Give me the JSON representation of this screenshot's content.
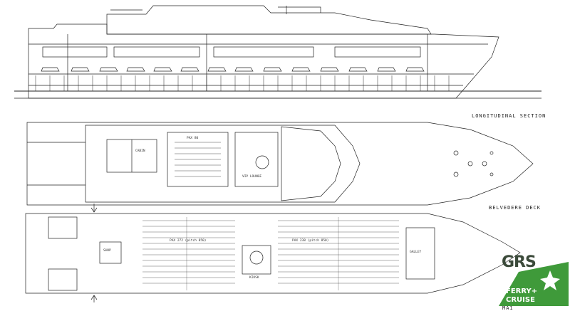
{
  "labels": {
    "longitudinal_section": "LONGITUDINAL SECTION",
    "belvedere_deck": "BELVEDERE DECK",
    "sheet_code": "MA1"
  },
  "room_labels": {
    "pax_belvedere": "PAX 80",
    "pax_main_left": "PAX 272 (pitch 850)",
    "pax_main_right": "PAX 238 (pitch 850)",
    "vip_lounge": "VIP LOUNGE",
    "cabin": "CABIN",
    "shop": "SHOP",
    "kiosk": "KIOSK",
    "galley": "GALLEY"
  },
  "logo": {
    "main": "GRS",
    "line1": "FERRY+",
    "line2": "CRUISE",
    "colors": {
      "dark": "#3b4a3a",
      "green": "#3f9a3a"
    }
  },
  "drawing": {
    "line_color": "#222222",
    "paper": "#ffffff"
  }
}
